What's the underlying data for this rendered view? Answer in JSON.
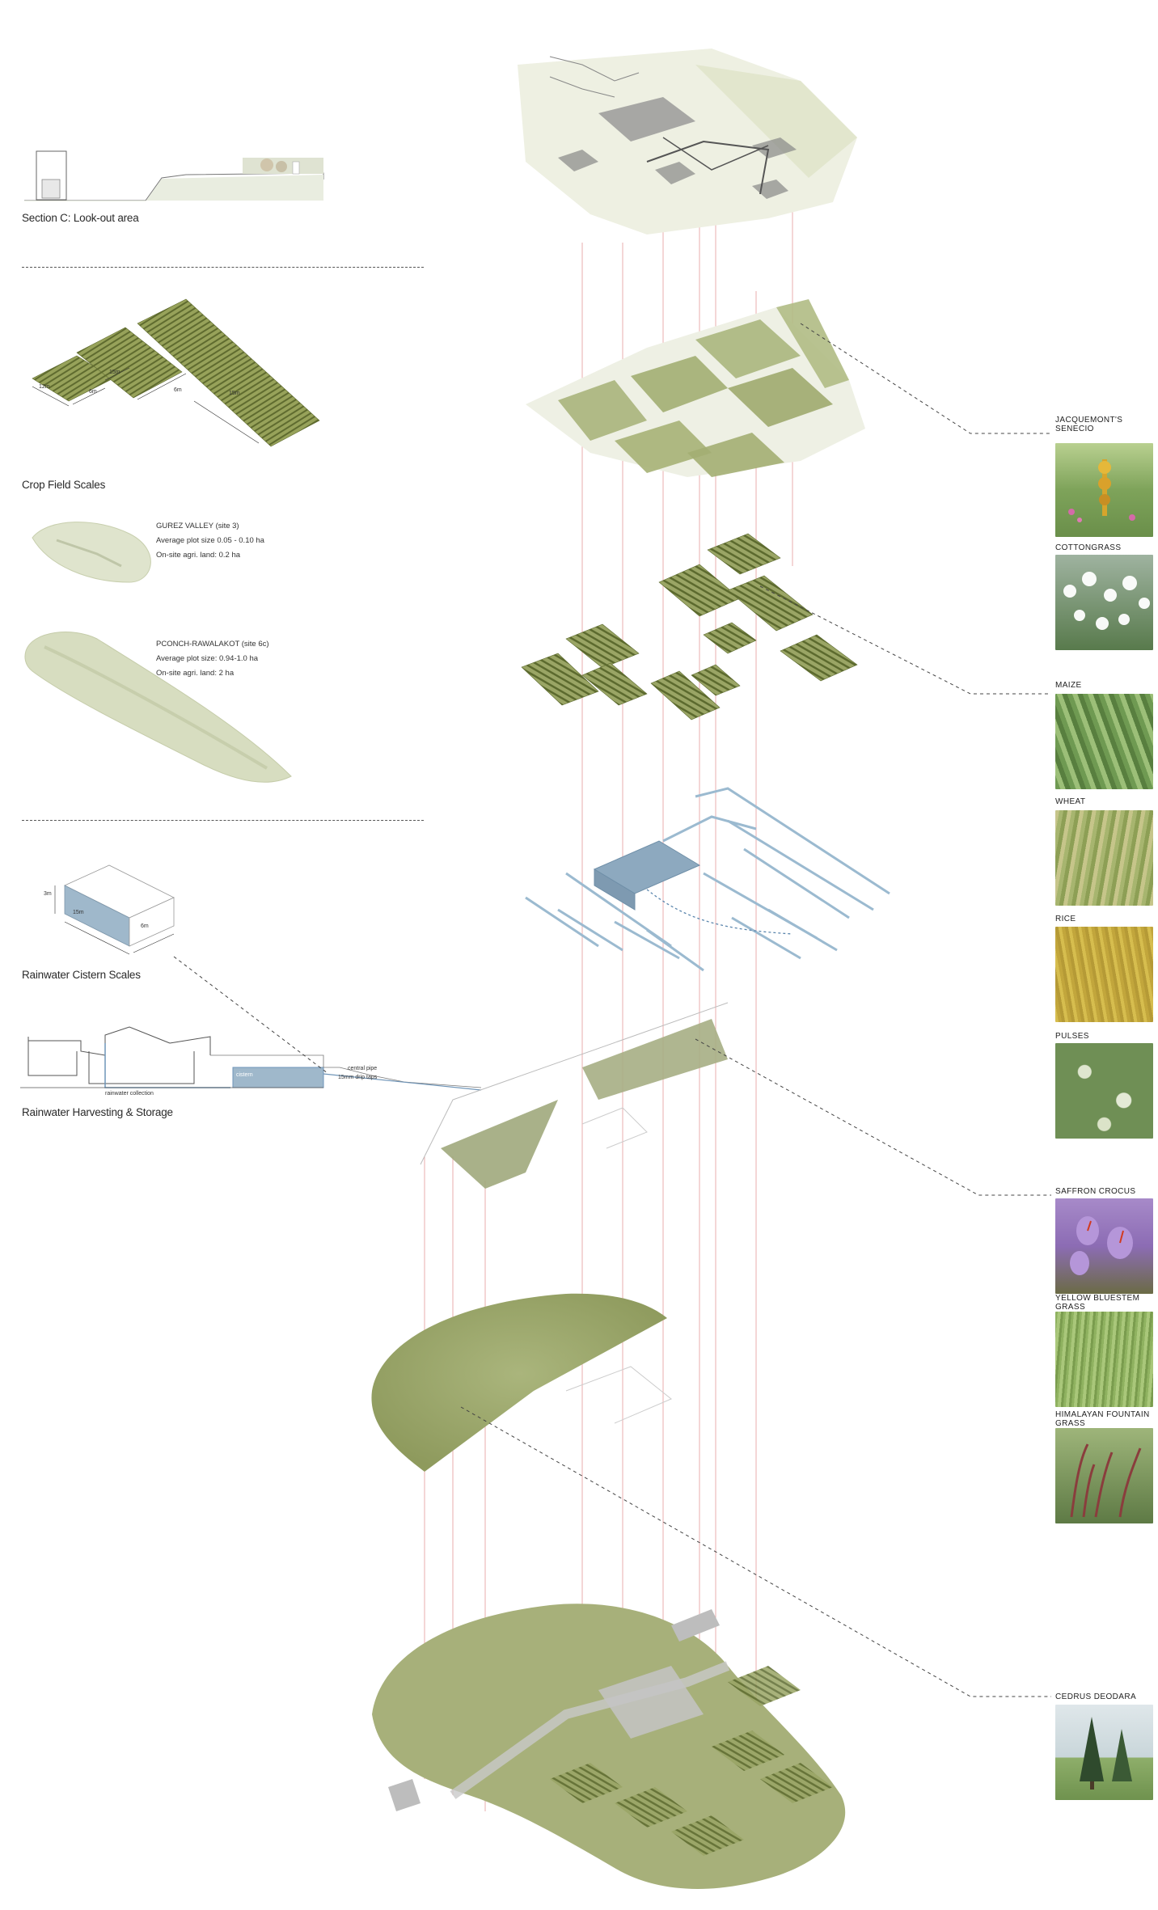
{
  "sections": {
    "lookout": {
      "caption": "Section C: Look-out area"
    },
    "crop_scales": {
      "caption": "Crop Field Scales",
      "dims": [
        "12m",
        "6m",
        "15m",
        "6m",
        "15m"
      ]
    },
    "site3": {
      "name": "GUREZ VALLEY (site 3)",
      "plot": "Average plot size 0.05 - 0.10 ha",
      "land": "On-site agri. land: 0.2 ha"
    },
    "site6": {
      "name": "PCONCH-RAWALAKOT (site 6c)",
      "plot": "Average plot size: 0.94-1.0 ha",
      "land": "On-site agri. land: 2 ha"
    },
    "cistern": {
      "caption": "Rainwater Cistern Scales",
      "dims": [
        "3m",
        "15m",
        "6m"
      ]
    },
    "harvest": {
      "caption": "Rainwater Harvesting & Storage",
      "labels": [
        "rainwater collection",
        "cistern",
        "central pipe",
        "15mm drip taps"
      ]
    }
  },
  "plants": [
    {
      "name": "JACQUEMONT'S SENECIO",
      "icon": "flower-photo"
    },
    {
      "name": "COTTONGRASS",
      "icon": "cottongrass-photo"
    },
    {
      "name": "MAIZE",
      "icon": "maize-photo"
    },
    {
      "name": "WHEAT",
      "icon": "wheat-photo"
    },
    {
      "name": "RICE",
      "icon": "rice-photo"
    },
    {
      "name": "PULSES",
      "icon": "pulses-photo"
    },
    {
      "name": "SAFFRON CROCUS",
      "icon": "crocus-photo"
    },
    {
      "name": "YELLOW BLUESTEM GRASS",
      "icon": "bluestem-photo"
    },
    {
      "name": "HIMALAYAN FOUNTAIN GRASS",
      "icon": "fountain-grass-photo"
    },
    {
      "name": "CEDRUS DEODARA",
      "icon": "cedar-photo"
    }
  ],
  "colors": {
    "grass": "#a3ad70",
    "crop": "#8c9a4e",
    "water": "#8da9bf",
    "pipe": "#9bbad0",
    "guide": "#e8a5a5"
  }
}
